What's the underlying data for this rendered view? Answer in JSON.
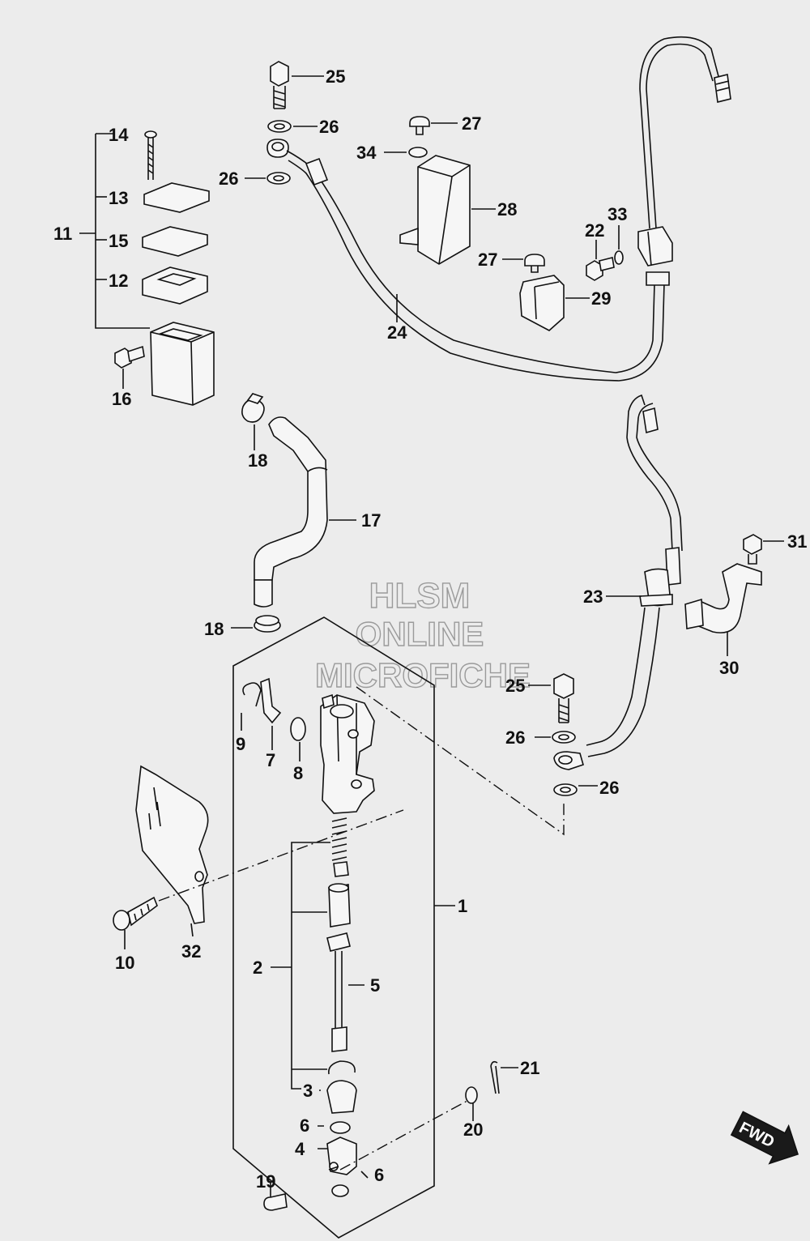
{
  "watermark": {
    "line1": "HLSM",
    "line2": "ONLINE",
    "line3": "MICROFICHE"
  },
  "badge": {
    "text": "FWD"
  },
  "callouts": {
    "c1": "1",
    "c2": "2",
    "c3": "3",
    "c4": "4",
    "c5": "5",
    "c6a": "6",
    "c6b": "6",
    "c7": "7",
    "c8": "8",
    "c9": "9",
    "c10": "10",
    "c11": "11",
    "c12": "12",
    "c13": "13",
    "c14": "14",
    "c15": "15",
    "c16": "16",
    "c17": "17",
    "c18a": "18",
    "c18b": "18",
    "c19": "19",
    "c20": "20",
    "c21": "21",
    "c22": "22",
    "c23": "23",
    "c24": "24",
    "c25a": "25",
    "c25b": "25",
    "c26a": "26",
    "c26b": "26",
    "c26c": "26",
    "c26d": "26",
    "c27a": "27",
    "c27b": "27",
    "c28": "28",
    "c29": "29",
    "c30": "30",
    "c31": "31",
    "c32": "32",
    "c33": "33",
    "c34": "34"
  }
}
